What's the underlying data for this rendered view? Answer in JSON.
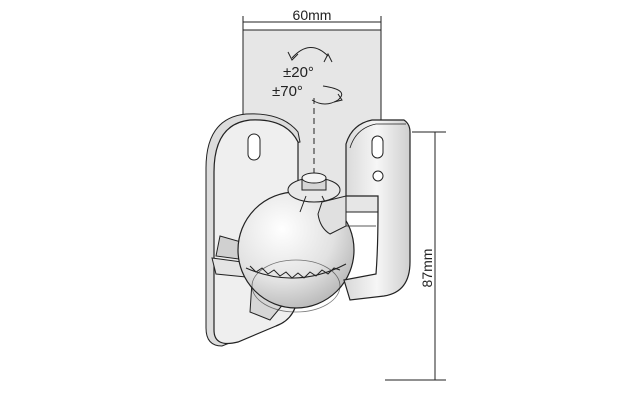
{
  "dimensions": {
    "width_label": "60mm",
    "height_label": "87mm"
  },
  "rotation": {
    "tilt_label": "±20°",
    "swivel_label": "±70°"
  },
  "colors": {
    "line": "#222222",
    "plate": "#e6e6e6",
    "metal_light": "#f4f4f4",
    "metal_mid": "#d4d4d4",
    "metal_dark": "#b8b8b8"
  }
}
